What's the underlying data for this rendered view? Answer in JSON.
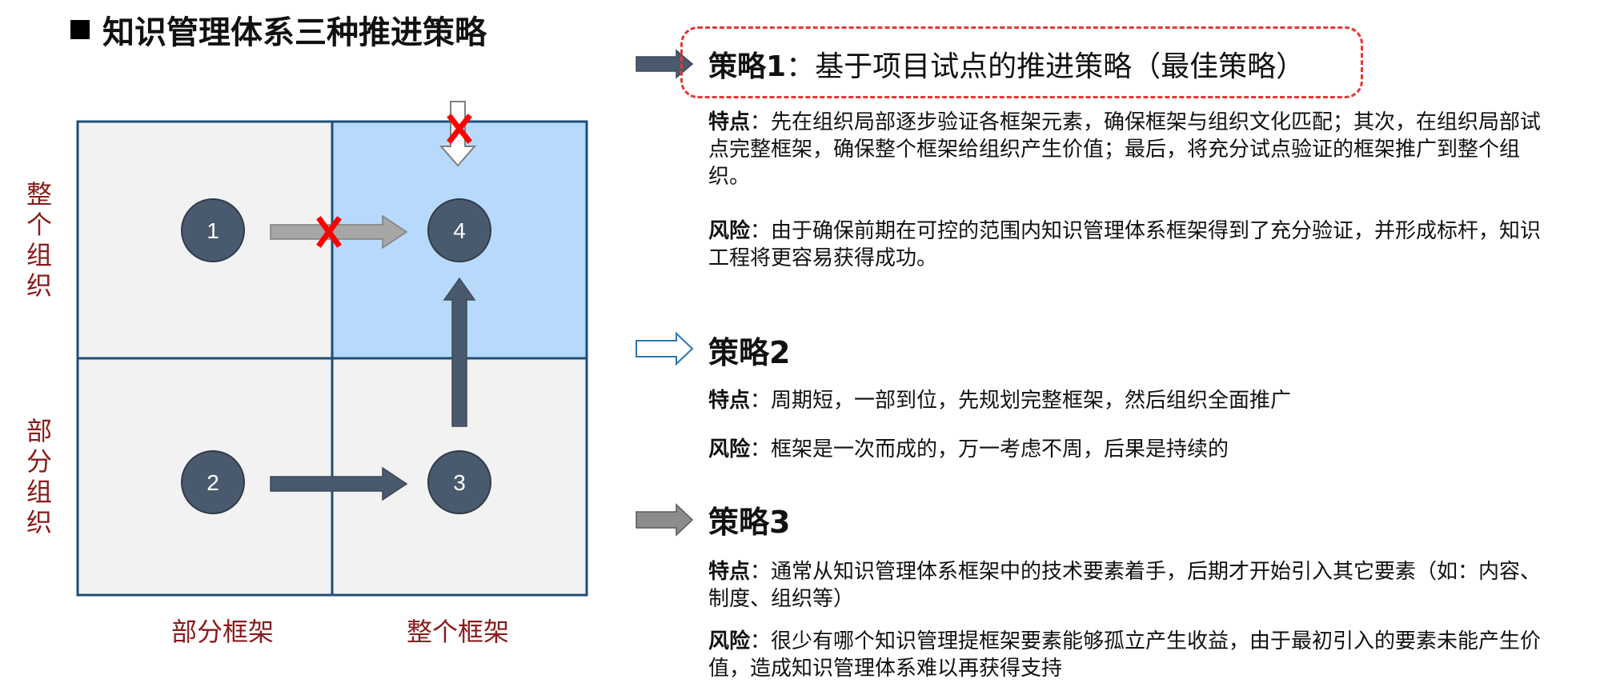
{
  "title": "知识管理体系三种推进策略",
  "matrix": {
    "y_labels": {
      "top": "整\n个\n组\n织",
      "bottom": "部\n分\n组\n织"
    },
    "x_labels": {
      "left": "部分框架",
      "right": "整个框架"
    },
    "nodes": [
      "1",
      "2",
      "3",
      "4"
    ]
  },
  "strategies": [
    {
      "title_prefix": "策略1",
      "title_rest": "：基于项目试点的推进策略（最佳策略）",
      "feature_label": "特点",
      "feature_text": "：先在组织局部逐步验证各框架元素，确保框架与组织文化匹配；其次，在组织局部试点完整框架，确保整个框架给组织产生价值；最后，将充分试点验证的框架推广到整个组织。",
      "risk_label": "风险",
      "risk_text": "：由于确保前期在可控的范围内知识管理体系框架得到了充分验证，并形成标杆，知识工程将更容易获得成功。"
    },
    {
      "title": "策略2",
      "feature_label": "特点",
      "feature_text": "：周期短，一部到位，先规划完整框架，然后组织全面推广",
      "risk_label": "风险",
      "risk_text": "：框架是一次而成的，万一考虑不周，后果是持续的"
    },
    {
      "title": "策略3",
      "feature_label": "特点",
      "feature_text": "：通常从知识管理体系框架中的技术要素着手，后期才开始引入其它要素（如：内容、制度、组织等）",
      "risk_label": "风险",
      "risk_text": "：很少有哪个知识管理提框架要素能够孤立产生收益，由于最初引入的要素未能产生价值，造成知识管理体系难以再获得支持"
    }
  ],
  "colors": {
    "cell_gray": "#f2f2f2",
    "cell_blue": "#b7dafc",
    "grid_border": "#1f4e79",
    "node_fill": "#4a5a6e",
    "arrow_dark": "#4a5a6e",
    "arrow_gray": "#a6a6a6",
    "cross_red": "#ff0000",
    "label_red": "#8b1a1a",
    "dashed_red": "#e53935"
  }
}
